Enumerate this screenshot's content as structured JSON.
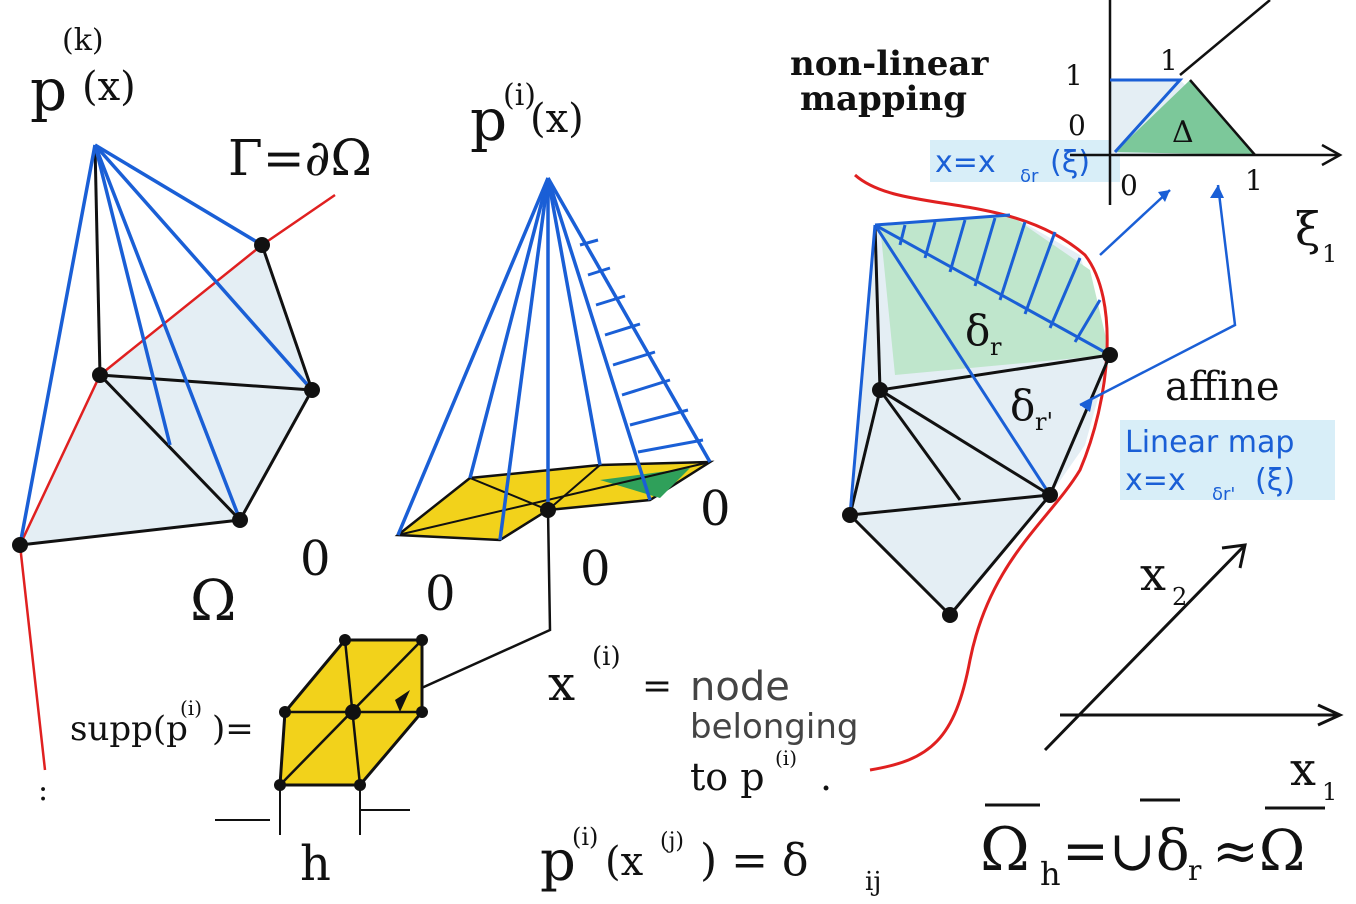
{
  "colors": {
    "blue": "#1a5fd6",
    "black": "#111111",
    "red": "#e02020",
    "yellow": "#f2d21b",
    "green": "#2fa05a",
    "light_fill": "#e4eef4",
    "label_bg": "#d8eef8"
  },
  "labels": {
    "p_k": "p",
    "p_k_sup": "(k)",
    "p_k_arg": "(x)",
    "gamma": "Γ=∂Ω",
    "p_i": "p",
    "p_i_sup": "(i)",
    "p_i_arg": "(x)",
    "omega": "Ω",
    "zero_a": "0",
    "zero_b": "0",
    "zero_c": "0",
    "zero_d": "0",
    "supp": "supp(p",
    "supp_sup": "(i)",
    "supp_end": ")=",
    "h": "h",
    "x_i": "x",
    "x_i_sup": "(i)",
    "x_i_eq": "=",
    "node_line1": "node",
    "node_line2": "belonging",
    "node_line3": "to p",
    "node_line3_sup": "(i)",
    "node_line3_end": ".",
    "delta_formula_p": "p",
    "delta_formula_p_sup": "(i)",
    "delta_formula_arg": "(x",
    "delta_formula_arg_sup": "(j)",
    "delta_formula_end": ") = δ",
    "delta_formula_sub": "ij",
    "nonlinear_line1": "non-linear",
    "nonlinear_line2": "mapping",
    "map_formula": "x=x",
    "map_formula_sub": "δr",
    "map_formula_end": "(ξ)",
    "delta_r": "δ",
    "delta_r_sub": "r",
    "delta_r_prime": "δ",
    "delta_r_prime_sub": "r'",
    "affine": "affine",
    "linear_map": "Linear map",
    "linear_formula": "x=x",
    "linear_formula_sub": "δr'",
    "linear_formula_end": "(ξ)",
    "ref_one_top": "1",
    "ref_one_left": "1",
    "ref_zero_left": "0",
    "ref_zero_bottom": "0",
    "ref_one_right": "1",
    "ref_delta": "Δ",
    "xi": "ξ",
    "xi_sub": "1",
    "x2": "x",
    "x2_sub": "2",
    "x1": "x",
    "x1_sub": "1",
    "omega_h": "Ω",
    "omega_h_sub": "h",
    "union_formula": "=∪δ",
    "union_sub_r": "r",
    "union_approx": "≈Ω"
  }
}
